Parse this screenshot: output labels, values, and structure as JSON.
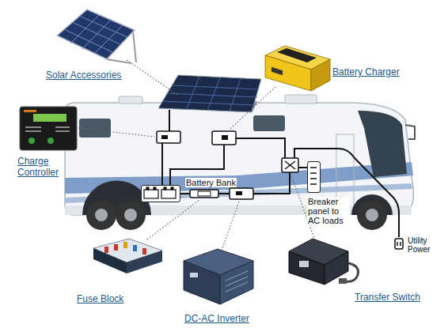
{
  "diagram": {
    "nodes": [
      {
        "text": [
          "Battery Bank"
        ]
      },
      {
        "text": [
          "Breaker panel to AC loads"
        ]
      },
      {
        "text": [
          "Utility Power"
        ]
      }
    ],
    "labels": [
      "Solar Accessories",
      "Battery Charger",
      "Charge Controller",
      "Fuse Block",
      "DC-AC Inverter",
      "Transfer Switch"
    ]
  }
}
